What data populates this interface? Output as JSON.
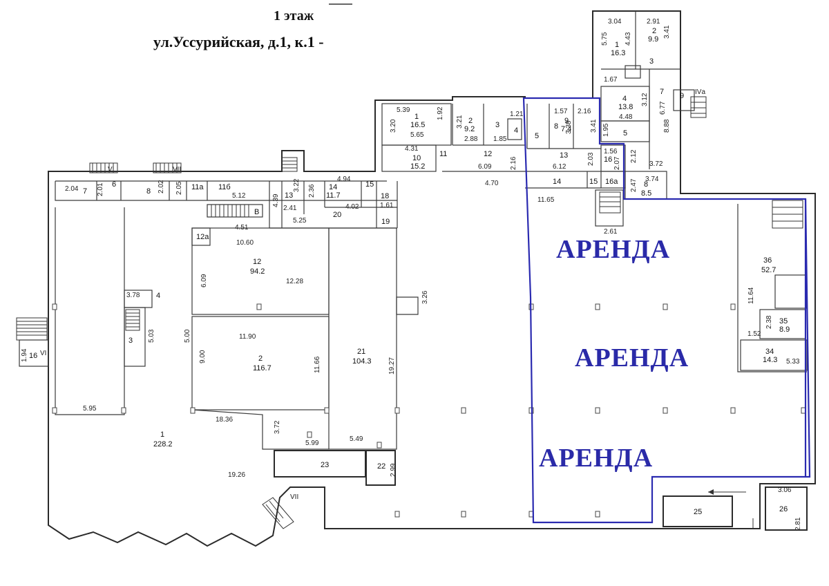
{
  "header": {
    "floor_title": "1 этаж",
    "address": "ул.Уссурийская, д.1, к.1 -"
  },
  "lease_labels": [
    "АРЕНДА",
    "АРЕНДА",
    "АРЕНДА"
  ],
  "colors": {
    "lease_outline": "#2a2ab0",
    "lease_text": "#2a2aa8",
    "walls": "#2a2a2a"
  },
  "rooms": [
    {
      "id": "r1",
      "num": "1",
      "area": "228.2"
    },
    {
      "id": "r2",
      "num": "2",
      "area": "116.7"
    },
    {
      "id": "r12",
      "num": "12",
      "area": "94.2"
    },
    {
      "id": "r21",
      "num": "21",
      "area": "104.3"
    },
    {
      "id": "r36",
      "num": "36",
      "area": "52.7"
    },
    {
      "id": "r35",
      "num": "35",
      "area": "8.9"
    },
    {
      "id": "r34",
      "num": "34",
      "area": "14.3"
    },
    {
      "id": "r14",
      "num": "14",
      "area": "11.7"
    },
    {
      "id": "r10",
      "num": "10",
      "area": "15.2"
    },
    {
      "id": "rt1",
      "num": "1",
      "area": "16.5"
    },
    {
      "id": "rt2",
      "num": "2",
      "area": "9.2"
    },
    {
      "id": "ra1",
      "num": "1",
      "area": "16.3"
    },
    {
      "id": "ra2",
      "num": "2",
      "area": "9.9"
    },
    {
      "id": "ra4",
      "num": "4",
      "area": "13.8"
    },
    {
      "id": "r9",
      "num": "9",
      "area": "7.4"
    },
    {
      "id": "r8b",
      "num": "8",
      "area": "8.5"
    }
  ],
  "room_numbers": [
    "7",
    "6",
    "8",
    "11а",
    "11б",
    "В",
    "13",
    "15",
    "18",
    "20",
    "19",
    "12а",
    "4",
    "3",
    "16",
    "23",
    "22",
    "25",
    "26",
    "3",
    "4",
    "5",
    "8",
    "13",
    "14",
    "15",
    "16а",
    "5",
    "3",
    "7",
    "9",
    "IVа",
    "VI",
    "VII",
    "VII",
    "VI",
    "11",
    "12",
    "16"
  ],
  "dimensions": [
    "2.04",
    "2.01",
    "2.02",
    "2.05",
    "5.12",
    "4.39",
    "3.22",
    "2.36",
    "2.41",
    "4.94",
    "4.02",
    "1.61",
    "5.25",
    "4.51",
    "10.60",
    "12.28",
    "6.09",
    "3.78",
    "5.03",
    "5.00",
    "9.00",
    "11.90",
    "11.66",
    "19.27",
    "3.26",
    "5.95",
    "18.36",
    "3.72",
    "5.99",
    "5.49",
    "19.26",
    "2.99",
    "1.94",
    "5.39",
    "3.20",
    "5.65",
    "1.92",
    "3.21",
    "2.88",
    "1.21",
    "1.85",
    "4.31",
    "6.09",
    "2.16",
    "4.70",
    "1.57",
    "3.38",
    "2.16",
    "3.41",
    "6.12",
    "2.03",
    "1.95",
    "1.56",
    "2.07",
    "11.65",
    "2.61",
    "3.04",
    "5.75",
    "4.43",
    "2.91",
    "3.41",
    "1.67",
    "3.12",
    "4.48",
    "6.77",
    "8.88",
    "2.12",
    "3.72",
    "3.74",
    "2.47",
    "11.64",
    "2.38",
    "1.52",
    "5.33",
    "3.06",
    "2.81"
  ]
}
